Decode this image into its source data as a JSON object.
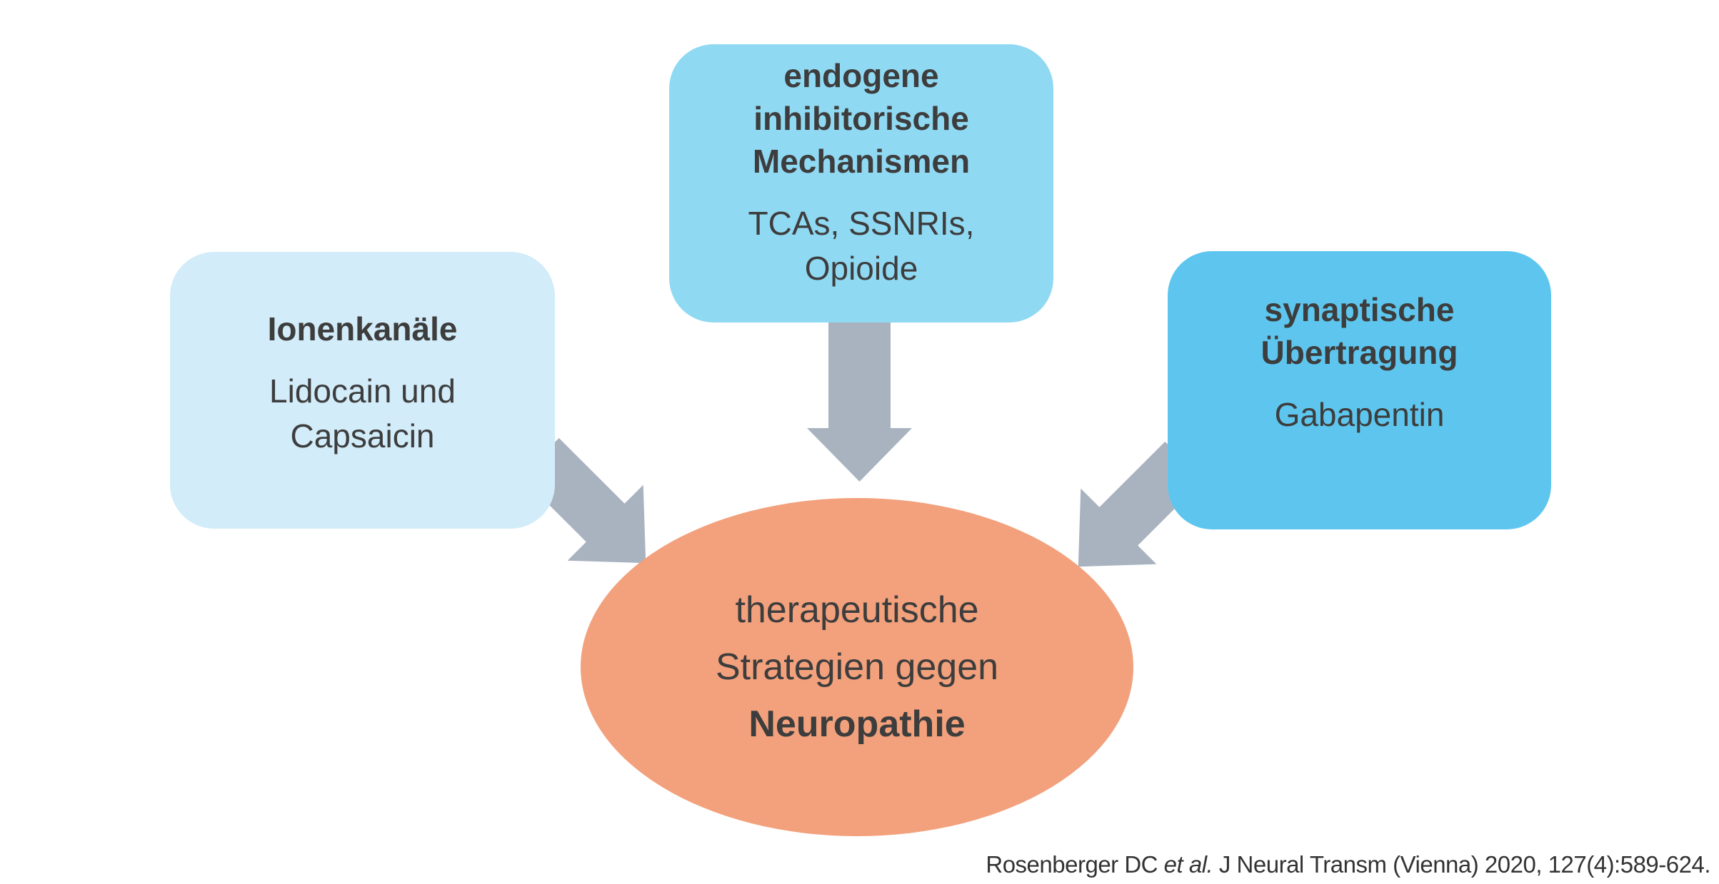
{
  "colors": {
    "box_left_bg": "#d2ecf9",
    "box_center_bg": "#90d9f3",
    "box_right_bg": "#5ec6ee",
    "ellipse_bg": "#f2a17c",
    "arrow": "#a9b3c0",
    "text": "#3d3d3d"
  },
  "boxes": {
    "left": {
      "title": "Ionenkanäle",
      "body": "Lidocain und Capsaicin"
    },
    "center": {
      "title": "endogene inhibitorische Mechanismen",
      "body": "TCAs, SSNRIs, Opioide"
    },
    "right": {
      "title": "synaptische Übertragung",
      "body": "Gabapentin"
    }
  },
  "ellipse": {
    "line_regular": "therapeutische Strategien gegen",
    "line_bold": "Neuropathie"
  },
  "citation": {
    "authors": "Rosenberger DC ",
    "et_al": "et al.",
    "rest": " J Neural Transm (Vienna) 2020, 127(4):589-624."
  }
}
